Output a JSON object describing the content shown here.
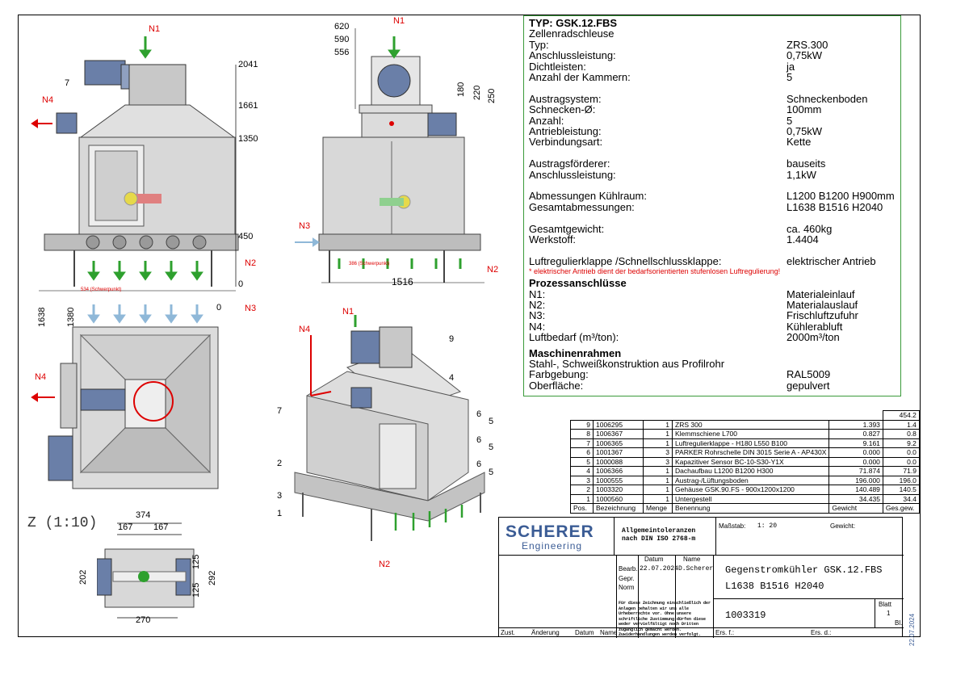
{
  "spec": {
    "title": "TYP: GSK.12.FBS",
    "rows": [
      {
        "k": "Zellenradschleuse",
        "v": ""
      },
      {
        "k": "Typ:",
        "v": "ZRS.300"
      },
      {
        "k": "Anschlussleistung:",
        "v": "0,75kW"
      },
      {
        "k": "Dichtleisten:",
        "v": "ja"
      },
      {
        "k": "Anzahl der Kammern:",
        "v": "5"
      },
      {
        "k": "Austragsystem:",
        "v": "Schneckenboden"
      },
      {
        "k": "Schnecken-Ø:",
        "v": "100mm"
      },
      {
        "k": "Anzahl:",
        "v": "5"
      },
      {
        "k": "Antriebleistung:",
        "v": "0,75kW"
      },
      {
        "k": "Verbindungsart:",
        "v": "Kette"
      },
      {
        "k": "Austragsförderer:",
        "v": "bauseits"
      },
      {
        "k": "Anschlussleistung:",
        "v": "1,1kW"
      },
      {
        "k": "Abmessungen Kühlraum:",
        "v": "L1200 B1200 H900mm"
      },
      {
        "k": "Gesamtabmessungen:",
        "v": "L1638 B1516 H2040"
      },
      {
        "k": "Gesamtgewicht:",
        "v": "ca. 460kg"
      },
      {
        "k": "Werkstoff:",
        "v": "1.4404"
      },
      {
        "k": "Luftregulierklappe /Schnellschlussklappe:",
        "v": "elektrischer Antrieb"
      }
    ],
    "note": "* elektrischer Antrieb dient der bedarfsorientierten stufenlosen Luftregulierung!",
    "process_title": "Prozessanschlüsse",
    "process": [
      {
        "k": "N1:",
        "v": "Materialeinlauf"
      },
      {
        "k": "N2:",
        "v": "Materialauslauf"
      },
      {
        "k": "N3:",
        "v": "Frischluftzufuhr"
      },
      {
        "k": "N4:",
        "v": "Kühlerabluft"
      },
      {
        "k": "Luftbedarf (m³/ton):",
        "v": "2000m³/ton"
      }
    ],
    "frame_title": "Maschinenrahmen",
    "frame": [
      {
        "k": "Stahl-, Schweißkonstruktion aus Profilrohr",
        "v": ""
      },
      {
        "k": "Farbgebung:",
        "v": "RAL5009"
      },
      {
        "k": "Oberfläche:",
        "v": "gepulvert"
      }
    ]
  },
  "bom": {
    "total": "454.2",
    "rows": [
      [
        "9",
        "1006295",
        "1",
        "ZRS 300",
        "1.393",
        "1.4"
      ],
      [
        "8",
        "1006367",
        "1",
        "Klemmschiene L700",
        "0.827",
        "0.8"
      ],
      [
        "7",
        "1006365",
        "1",
        "Luftregulierklappe - H180 L550 B100",
        "9.161",
        "9.2"
      ],
      [
        "6",
        "1001367",
        "3",
        "PARKER Rohrschelle DIN 3015 Serie A - AP430X",
        "0.000",
        "0.0"
      ],
      [
        "5",
        "1000088",
        "3",
        "Kapazitiver Sensor BC-10-S30-Y1X",
        "0.000",
        "0.0"
      ],
      [
        "4",
        "1006366",
        "1",
        "Dachaufbau L1200 B1200 H300",
        "71.874",
        "71.9"
      ],
      [
        "3",
        "1000555",
        "1",
        "Austrag-/Lüftungsboden",
        "196.000",
        "196.0"
      ],
      [
        "2",
        "1003320",
        "1",
        "Gehäuse GSK.90.FS - 900x1200x1200",
        "140.489",
        "140.5"
      ],
      [
        "1",
        "1000560",
        "1",
        "Untergestell",
        "34.435",
        "34.4"
      ]
    ],
    "header": [
      "Pos.",
      "Bezeichnung",
      "Menge",
      "Benennung",
      "Gewicht",
      "Ges.gew."
    ]
  },
  "titleblock": {
    "logo_top": "SCHERER",
    "logo_bottom": "Engineering",
    "tolerances": "Allgemeintoleranzen nach DIN ISO 2768-m",
    "massstab_label": "Maßstab:",
    "massstab": "1: 20",
    "gewicht_label": "Gewicht:",
    "datum_h": "Datum",
    "name_h": "Name",
    "bearb": "Bearb.",
    "bearb_date": "22.07.2024",
    "bearb_name": "D.Scherer",
    "gepr": "Gepr.",
    "norm": "Norm",
    "title1": "Gegenstromkühler GSK.12.FBS",
    "title2": "L1638 B1516 H2040",
    "drawing_no": "1003319",
    "blatt": "Blatt",
    "blatt_no": "1",
    "bl": "Bl.",
    "ers_f": "Ers. f.:",
    "ers_d": "Ers. d.:",
    "zust": "Zust.",
    "aenderung": "Änderung",
    "datum": "Datum",
    "name": "Name",
    "legal": "Für diese Zeichnung einschließlich der Anlagen behalten wir uns alle Urheberrechte vor. Ohne unsere schriftliche Zustimmung dürfen diese weder vervielfältigt noch Dritten zugänglich gemacht werden. Zuwiderhandlungen werden verfolgt.",
    "side_date": "22.07.2024"
  },
  "front": {
    "n1": "N1",
    "n2": "N2",
    "n3": "N3",
    "n4": "N4",
    "pos7": "7",
    "d2041": "2041",
    "d1661": "1661",
    "d1350": "1350",
    "d450": "450",
    "d0": "0",
    "d0b": "0",
    "d1638": "1638",
    "d1380": "1380",
    "schwer": "534  (Schwerpunkt)"
  },
  "side": {
    "n1": "N1",
    "n2": "N2",
    "n3": "N3",
    "d620": "620",
    "d590": "590",
    "d556": "556",
    "d180": "180",
    "d220": "220",
    "d250": "250",
    "d1516": "1516",
    "schwer": "386  (Schwerpunkt)"
  },
  "top": {
    "n4": "N4"
  },
  "iso": {
    "n1": "N1",
    "n2": "N2",
    "n4": "N4",
    "p9": "9",
    "p4": "4",
    "p7": "7",
    "p6a": "6",
    "p5a": "5",
    "p6b": "6",
    "p5b": "5",
    "p6c": "6",
    "p5c": "5",
    "p2": "2",
    "p3": "3",
    "p1": "1"
  },
  "detail": {
    "title": "Z (1:10)",
    "d374": "374",
    "d167a": "167",
    "d167b": "167",
    "d202": "202",
    "d125a": "125",
    "d125b": "125",
    "d292": "292",
    "d270": "270"
  }
}
